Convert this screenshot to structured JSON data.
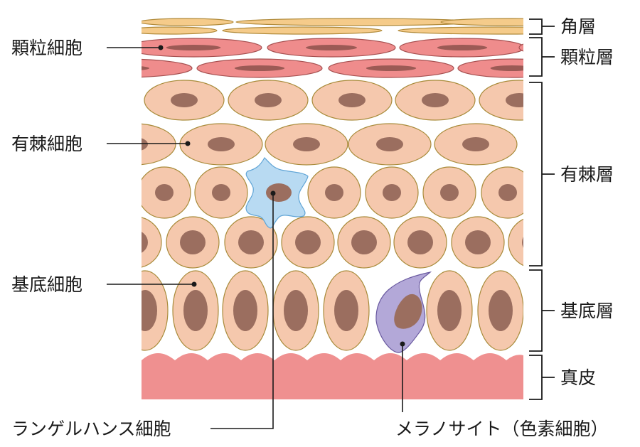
{
  "labels": {
    "granular_cell": "顆粒細胞",
    "spinous_cell": "有棘細胞",
    "basal_cell": "基底細胞",
    "langerhans_cell": "ランゲルハンス細胞",
    "melanocyte": "メラノサイト（色素細胞）"
  },
  "layers": {
    "stratum_corneum": "角層",
    "stratum_granulosum": "顆粒層",
    "stratum_spinosum": "有棘層",
    "stratum_basale": "基底層",
    "dermis": "真皮"
  },
  "colors": {
    "corneum_fill": "#f5cb8a",
    "corneum_stroke": "#b08a3a",
    "granular_fill": "#ef8c8c",
    "granular_stroke": "#a65050",
    "granular_nucleus": "#9c5a55",
    "cell_fill": "#f5c8ad",
    "cell_stroke": "#a88b3a",
    "nucleus": "#9b6e5f",
    "langerhans_fill": "#b8daf2",
    "langerhans_stroke": "#5fa4d6",
    "melanocyte_fill": "#b3a8d8",
    "melanocyte_stroke": "#6a5aa0",
    "dermis": "#ef9090",
    "line": "#1a1a1a"
  }
}
